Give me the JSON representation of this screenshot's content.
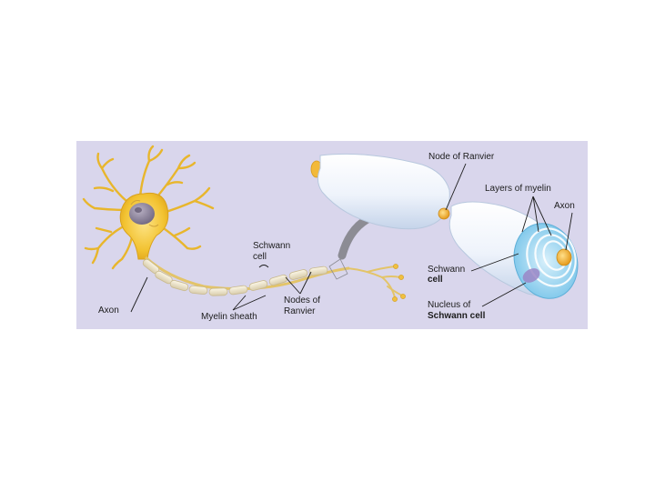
{
  "labels": {
    "node_of_ranvier": "Node of Ranvier",
    "layers_of_myelin": "Layers of myelin",
    "axon_right": "Axon",
    "schwann_cell_right_1": "Schwann",
    "schwann_cell_right_2": "cell",
    "nucleus_1": "Nucleus of",
    "nucleus_2": "Schwann cell",
    "schwann_cell_left_1": "Schwann",
    "schwann_cell_left_2": "cell",
    "axon_left": "Axon",
    "myelin_sheath": "Myelin sheath",
    "nodes_of_ranvier_1": "Nodes of",
    "nodes_of_ranvier_2": "Ranvier"
  },
  "colors": {
    "background": "#d9d6ec",
    "neuron_body": "#f2c230",
    "nucleus": "#8f869c",
    "myelin_segment": "#ede3c6",
    "schwann_tube": "#eef3fb",
    "tube_end": "#8fd0ef",
    "axon_core": "#f7b934",
    "arrow": "#8c8c94"
  },
  "icons": [
    "neuron-cell-body",
    "curved-arrow-icon",
    "myelinated-axon-cross-section"
  ]
}
